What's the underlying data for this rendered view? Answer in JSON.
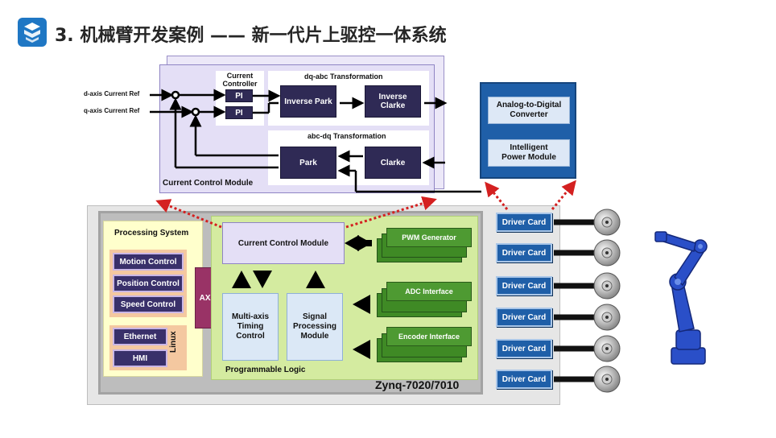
{
  "title": "3. 机械臂开发案例 —— 新一代片上驱控一体系统",
  "logo_icon": "s-logo-icon",
  "colors": {
    "accent": "#1f77c4",
    "navy": "#2f2a55",
    "driver_blue": "#1f5fa8",
    "green": "#4e9a32",
    "red_arrow": "#d42020",
    "lavender": "#e5e0f5"
  },
  "top_module": {
    "label": "Current Control Module",
    "d_ref": "d-axis Current Ref",
    "q_ref": "q-axis Current Ref",
    "controller_label": "Current\nController",
    "pi": [
      "PI",
      "PI"
    ],
    "dq_abc_label": "dq-abc Transformation",
    "inverse_park": "Inverse Park",
    "inverse_clarke": "Inverse Clarke",
    "abc_dq_label": "abc-dq Transformation",
    "park": "Park",
    "clarke": "Clarke"
  },
  "adc_box": {
    "adc": "Analog-to-Digital\nConverter",
    "ipm": "Intelligent\nPower Module"
  },
  "zynq": {
    "chip_label": "Zynq-7020/7010",
    "processing_system": "Processing System",
    "ps_items": [
      "Motion Control",
      "Position Control",
      "Speed Control"
    ],
    "linux_items": [
      "Ethernet",
      "HMI"
    ],
    "linux": "Linux",
    "axi": "AXI",
    "programmable_logic": "Programmable Logic",
    "ccm": "Current Control Module",
    "multi_axis": "Multi-axis\nTiming\nControl",
    "signal": "Signal\nProcessing\nModule",
    "pwm": "PWM Generator",
    "adc_if": "ADC Interface",
    "enc_if": "Encoder Interface"
  },
  "drivers": [
    "Driver Card",
    "Driver Card",
    "Driver Card",
    "Driver Card",
    "Driver Card",
    "Driver Card"
  ],
  "motor_icon": "servo-motor-icon",
  "robot_icon": "robot-arm-icon"
}
